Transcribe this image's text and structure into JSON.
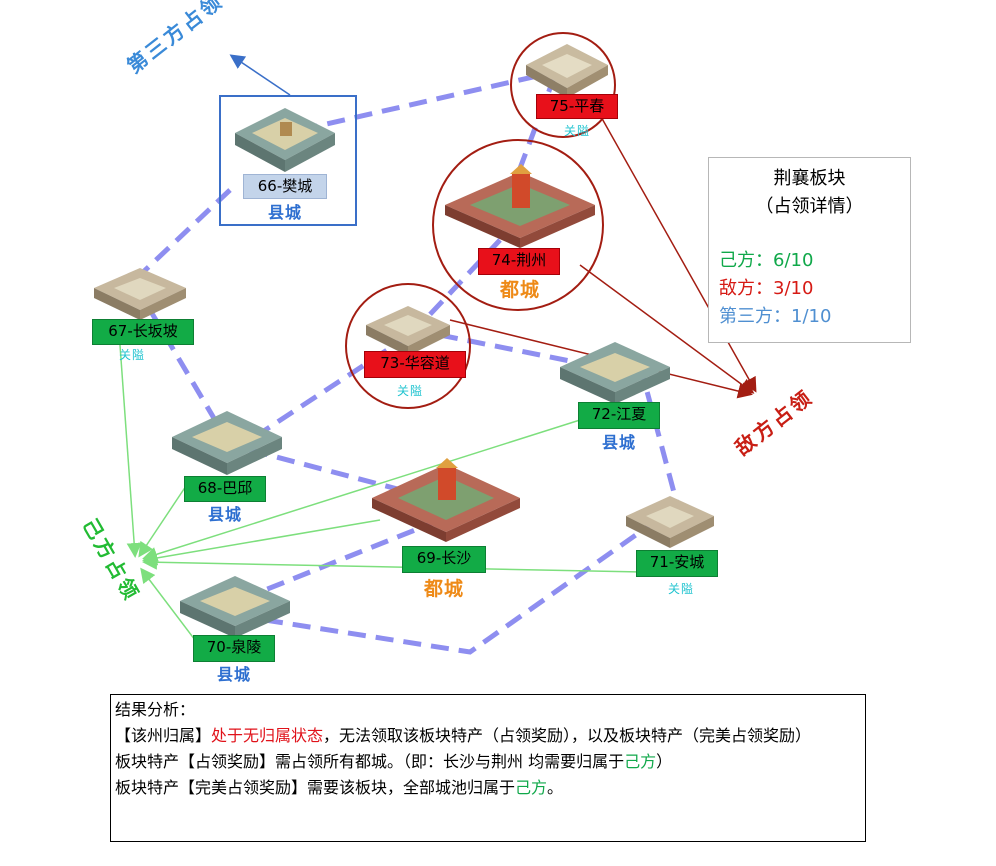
{
  "colors": {
    "ally": "#12ab46",
    "enemy": "#e8101a",
    "third": "#c3d4ea",
    "route": "#8e8ef0",
    "ally_arrow": "#7ddf7d",
    "enemy_arrow": "#a31d12",
    "third_arrow": "#3a6fc8"
  },
  "side_labels": {
    "third": "第三方占领",
    "enemy": "敌方占领",
    "ally": "己方占领"
  },
  "cities": [
    {
      "id": "66",
      "label": "66-樊城",
      "type": "县城",
      "owner": "third"
    },
    {
      "id": "67",
      "label": "67-长坂坡",
      "type": "关隘",
      "owner": "ally"
    },
    {
      "id": "68",
      "label": "68-巴邱",
      "type": "县城",
      "owner": "ally"
    },
    {
      "id": "69",
      "label": "69-长沙",
      "type": "都城",
      "owner": "ally"
    },
    {
      "id": "70",
      "label": "70-泉陵",
      "type": "县城",
      "owner": "ally"
    },
    {
      "id": "71",
      "label": "71-安城",
      "type": "关隘",
      "owner": "ally"
    },
    {
      "id": "72",
      "label": "72-江夏",
      "type": "县城",
      "owner": "ally"
    },
    {
      "id": "73",
      "label": "73-华容道",
      "type": "关隘",
      "owner": "enemy"
    },
    {
      "id": "74",
      "label": "74-荆州",
      "type": "都城",
      "owner": "enemy"
    },
    {
      "id": "75",
      "label": "75-平春",
      "type": "关隘",
      "owner": "enemy"
    }
  ],
  "panel": {
    "title": "荆襄板块",
    "subtitle": "（占领详情）",
    "ally": "己方：6/10",
    "enemy": "敌方：3/10",
    "third": "第三方：1/10"
  },
  "result": {
    "heading": "结果分析：",
    "l1_a": "【该州归属】",
    "l1_b": "处于无归属状态",
    "l1_c": "，无法领取该板块特产（占领奖励），以及板块特产（完美占领奖励）",
    "l2_a": "板块特产【占领奖励】需占领所有都城。（即：长沙与荆州  均需要归属于",
    "l2_b": "己方",
    "l2_c": "）",
    "l3_a": "板块特产【完美占领奖励】需要该板块，全部城池归属于",
    "l3_b": "己方",
    "l3_c": "。"
  }
}
